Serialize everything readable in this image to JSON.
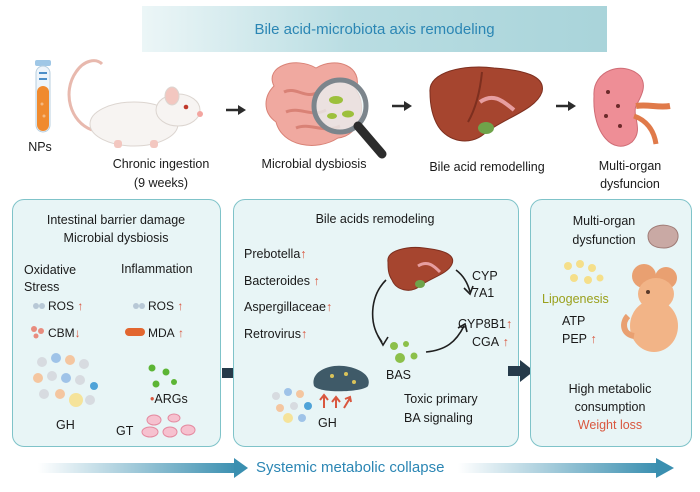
{
  "banner": {
    "title": "Bile acid-microbiota axis remodeling"
  },
  "top": {
    "nps": "NPs",
    "ingestion_line1": "Chronic ingestion",
    "ingestion_line2": "(9 weeks)",
    "dysbiosis": "Microbial dysbiosis",
    "remodelling": "Bile acid remodelling",
    "multiorgan_line1": "Multi-organ",
    "multiorgan_line2": "dysfuncion"
  },
  "panel1": {
    "title_line1": "Intestinal barrier damage",
    "title_line2": "Microbial dysbiosis",
    "oxidative_line1": "Oxidative",
    "oxidative_line2": "Stress",
    "inflammation": "Inflammation",
    "ros1": "ROS",
    "ros2": "ROS",
    "cbm": "CBM",
    "mda": "MDA",
    "gh": "GH",
    "args": "ARGs",
    "gt": "GT"
  },
  "panel2": {
    "title": "Bile acids remodeling",
    "taxa": [
      "Prebotella",
      "Bacteroides",
      "Aspergillaceae",
      "Retrovirus"
    ],
    "cyp_line1": "CYP",
    "cyp_line2": "7A1",
    "cyp8b1": "CYP8B1",
    "cga": "CGA",
    "bas": "BAS",
    "gh": "GH",
    "toxic_line1": "Toxic primary",
    "toxic_line2": "BA signaling"
  },
  "panel3": {
    "title_line1": "Multi-organ",
    "title_line2": "dysfunction",
    "lipogenesis": "Lipogenesis",
    "atp": "ATP",
    "pep": "PEP",
    "high_line1": "High metabolic",
    "high_line2": "consumption",
    "weight_loss": "Weight loss"
  },
  "footer": {
    "collapse": "Systemic metabolic collapse"
  },
  "colors": {
    "accent_blue": "#2b86b4",
    "up_arrow": "#d9573f",
    "lipogenesis": "#9aa01c",
    "weight_loss": "#d9573f",
    "panel_border": "#7fc3c9"
  }
}
